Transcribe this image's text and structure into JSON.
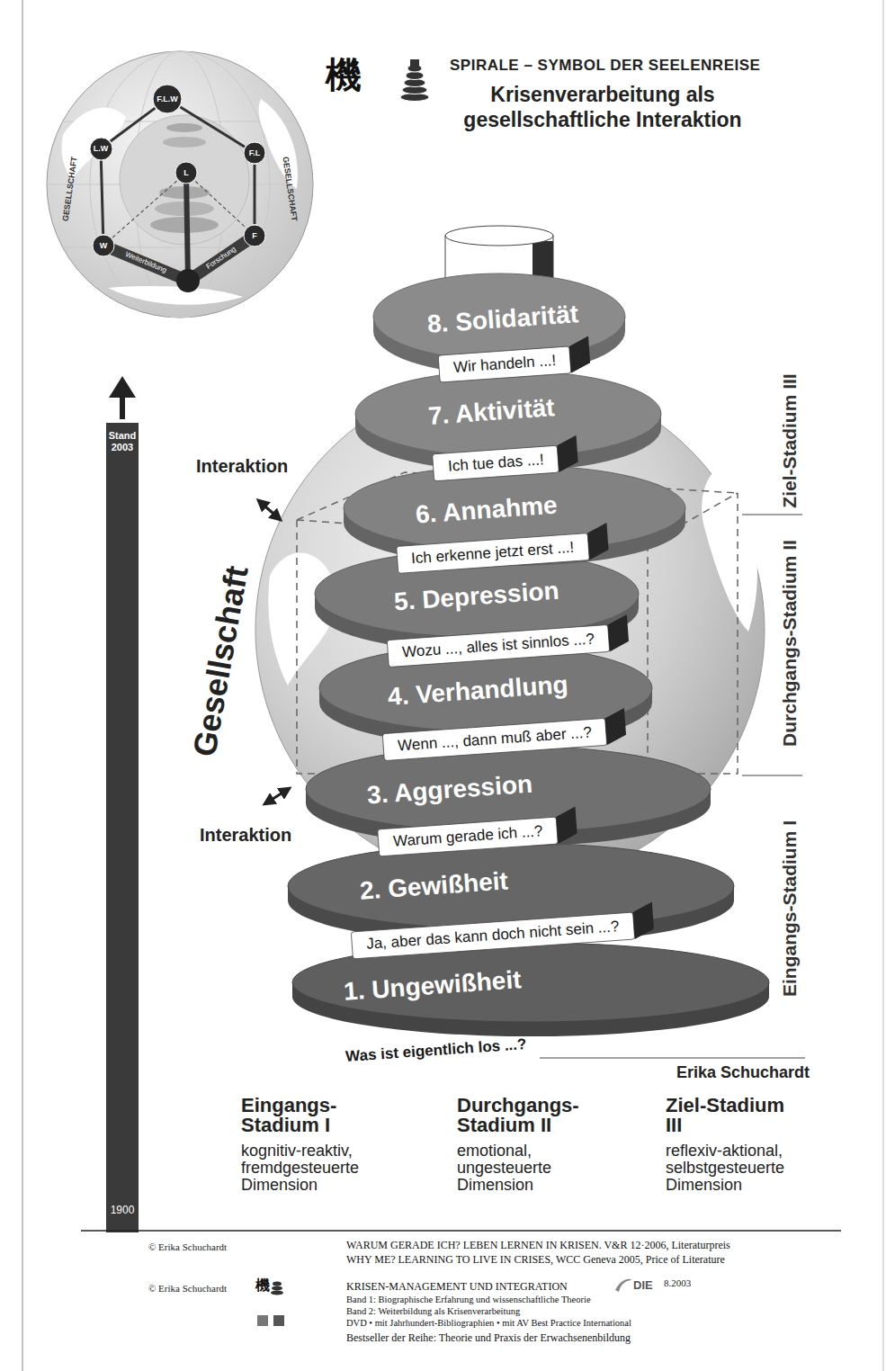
{
  "diagram": {
    "title": "SPIRALE – SYMBOL DER SEELENREISE",
    "nodes": [
      {
        "text": [
          "F.L.W"
        ]
      },
      {
        "text": [
          "L.W"
        ]
      },
      {
        "text": [
          "F.L"
        ]
      },
      {
        "text": [
          "L"
        ]
      },
      {
        "text": [
          "W"
        ]
      },
      {
        "text": [
          "F"
        ]
      },
      {
        "text": [
          "1. Ungewißheit",
          "Was ist eigentlich los ...?"
        ]
      },
      {
        "text": [
          "2. Gewißheit",
          "Ja, aber das kann doch nicht sein ...?"
        ]
      },
      {
        "text": [
          "3. Aggression",
          "Warum gerade ich ...?"
        ]
      },
      {
        "text": [
          "4. Verhandlung",
          "Wenn ..., dann muß aber ...?"
        ]
      },
      {
        "text": [
          "5. Depression",
          "Wozu ..., alles ist sinnlos ...?"
        ]
      },
      {
        "text": [
          "6. Annahme",
          "Ich erkenne jetzt erst ...!"
        ]
      },
      {
        "text": [
          "7. Aktivität",
          "Ich tue das ...!"
        ]
      },
      {
        "text": [
          "8. Solidarität",
          "Wir handeln ...!"
        ]
      }
    ],
    "edges": [
      {
        "from": 0,
        "to": 2,
        "arrow": "none"
      },
      {
        "from": 0,
        "to": 1,
        "arrow": "none"
      },
      {
        "from": 1,
        "to": 4,
        "arrow": "none"
      },
      {
        "from": 2,
        "to": 5,
        "arrow": "none"
      }
    ],
    "labels": [
      "機",
      "Krisenverarbeitung als gesellschaftliche Interaktion",
      "GESELLSCHAFT",
      "GESELLSCHAFT",
      "Weiterbildung",
      "Forschung",
      "Stand 2003",
      "Interaktion",
      "Gesellschaft",
      "Interaktion",
      "Ziel-Stadium III",
      "Durchgangs-Stadium II",
      "Eingangs-Stadium I",
      "Erika Schuchardt",
      "1900",
      "Eingangs-Stadium I",
      "kognitiv-reaktiv, fremdgesteuerte Dimension",
      "Durchgangs-Stadium II",
      "emotional, ungesteuerte Dimension",
      "Ziel-Stadium III",
      "reflexiv-aktional, selbstgesteuerte Dimension",
      "© Erika Schuchardt",
      "WARUM GERADE ICH? LEBEN LERNEN IN KRISEN. V&R 12·2006, Literaturpreis",
      "WHY ME? LEARNING TO LIVE IN CRISES, WCC Geneva 2005, Price of Literature",
      "© Erika Schuchardt",
      "機",
      "KRISEN-MANAGEMENT UND INTEGRATION",
      "DIE",
      "8.2003",
      "Band 1: Biographische Erfahrung und wissenschaftliche Theorie",
      "Band 2: Weiterbildung als Krisenverarbeitung",
      "DVD • mit Jahrhundert-Bibliographien • mit AV Best Practice International",
      "Bestseller der Reihe: Theorie und Praxis der Erwachsenenbildung"
    ]
  }
}
